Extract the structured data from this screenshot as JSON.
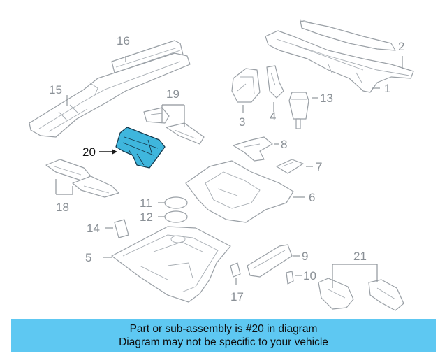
{
  "callouts": {
    "c1": "1",
    "c2": "2",
    "c3": "3",
    "c4": "4",
    "c5": "5",
    "c6": "6",
    "c7": "7",
    "c8": "8",
    "c9": "9",
    "c10": "10",
    "c11": "11",
    "c12": "12",
    "c13": "13",
    "c14": "14",
    "c15": "15",
    "c16": "16",
    "c17": "17",
    "c18": "18",
    "c19": "19",
    "c20": "20",
    "c21": "21"
  },
  "highlighted_part": "20",
  "colors": {
    "highlight": "#3fb6dd",
    "banner": "#5ec8f2",
    "line_art": "#9aa0a6"
  },
  "banner": {
    "line1": "Part or sub-assembly is #20 in diagram",
    "line2": "Diagram may not be specific to your vehicle"
  }
}
